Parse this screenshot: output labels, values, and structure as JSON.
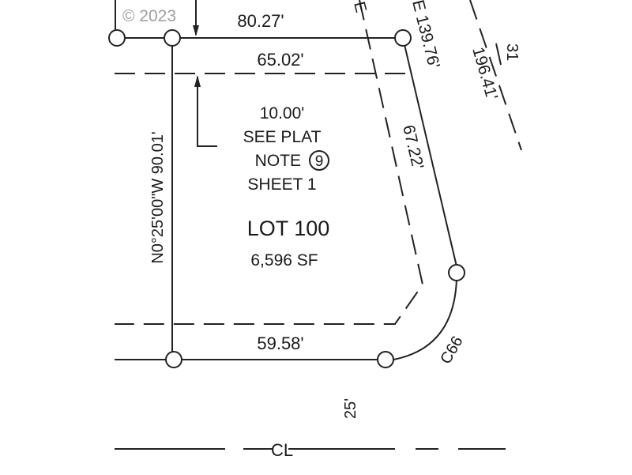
{
  "watermark": "© 2023",
  "labels": {
    "top_boundary": "80.27'",
    "setback_line": "65.02'",
    "partial_bearing_left": "E",
    "right_boundary": "E 139.76'",
    "far_right": "196.41'",
    "far_right_partial": "31",
    "inner_right": "67.22'",
    "left_boundary": "N0°25'00\"W 90.01'",
    "bottom_boundary": "59.58'",
    "curve": "C66",
    "street_width": "25'",
    "centerline": "CL"
  },
  "note": {
    "line1": "10.00'",
    "line2": "SEE PLAT",
    "line3_prefix": "NOTE",
    "line3_number": "9",
    "line4": "SHEET 1"
  },
  "lot": {
    "name": "LOT 100",
    "area": "6,596 SF"
  }
}
